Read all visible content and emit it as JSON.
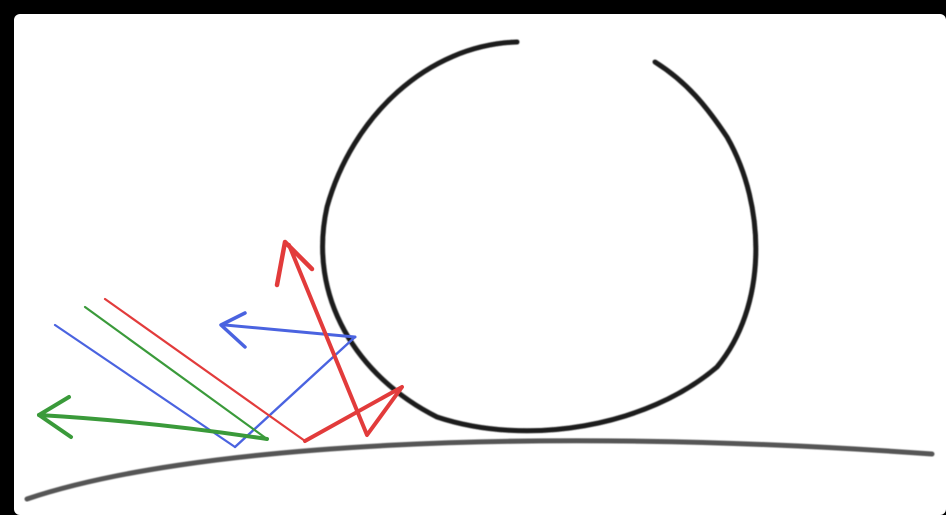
{
  "colors": {
    "background": "#ffffff",
    "frame": "#000000",
    "outline": "#111111",
    "red": "#e23b3b",
    "green": "#3a9a3a",
    "blue": "#4a63e0"
  },
  "shapes": {
    "ground": "curved-surface",
    "object": "open-loop-circle"
  },
  "rays": [
    {
      "name": "red-ray",
      "color_key": "red"
    },
    {
      "name": "green-ray",
      "color_key": "green"
    },
    {
      "name": "blue-ray",
      "color_key": "blue"
    }
  ]
}
